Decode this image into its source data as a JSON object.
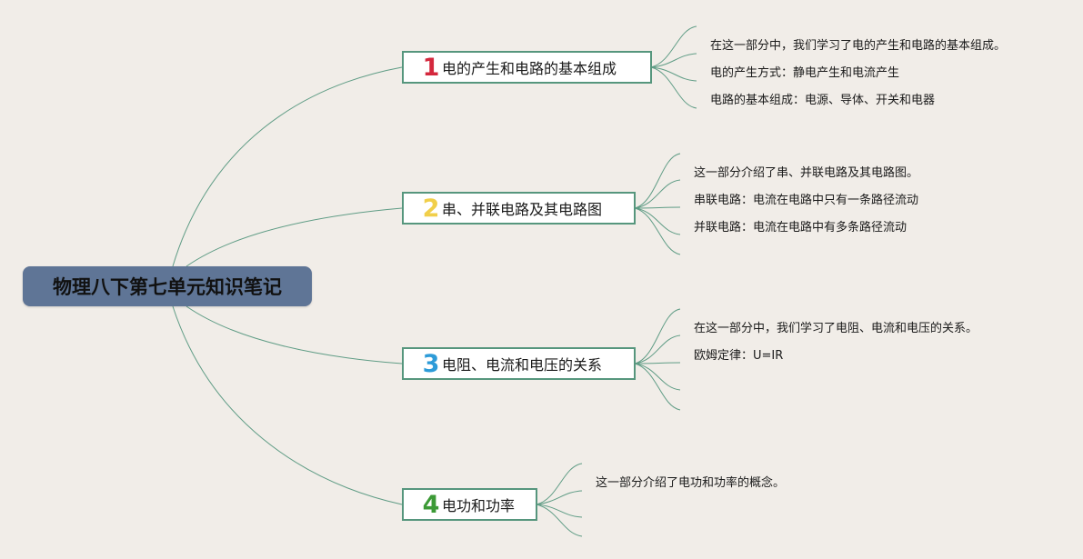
{
  "root": {
    "title": "物理八下第七单元知识笔记"
  },
  "colors": {
    "background": "#f1ede8",
    "root_fill": "#5f7596",
    "link": "#5f9c85",
    "topic_border": "#56967d"
  },
  "topics": [
    {
      "number": "1",
      "number_color": "#d4283d",
      "label": "电的产生和电路的基本组成",
      "notes": [
        "在这一部分中，我们学习了电的产生和电路的基本组成。",
        "电的产生方式：静电产生和电流产生",
        "电路的基本组成：电源、导体、开关和电器"
      ]
    },
    {
      "number": "2",
      "number_color": "#f1cf4a",
      "label": "串、并联电路及其电路图",
      "notes": [
        "这一部分介绍了串、并联电路及其电路图。",
        "串联电路：电流在电路中只有一条路径流动",
        "并联电路：电流在电路中有多条路径流动"
      ]
    },
    {
      "number": "3",
      "number_color": "#2d9bd8",
      "label": "电阻、电流和电压的关系",
      "notes": [
        "在这一部分中，我们学习了电阻、电流和电压的关系。",
        "欧姆定律：U=IR"
      ]
    },
    {
      "number": "4",
      "number_color": "#3c9a36",
      "label": "电功和功率",
      "notes": [
        "这一部分介绍了电功和功率的概念。"
      ]
    }
  ]
}
